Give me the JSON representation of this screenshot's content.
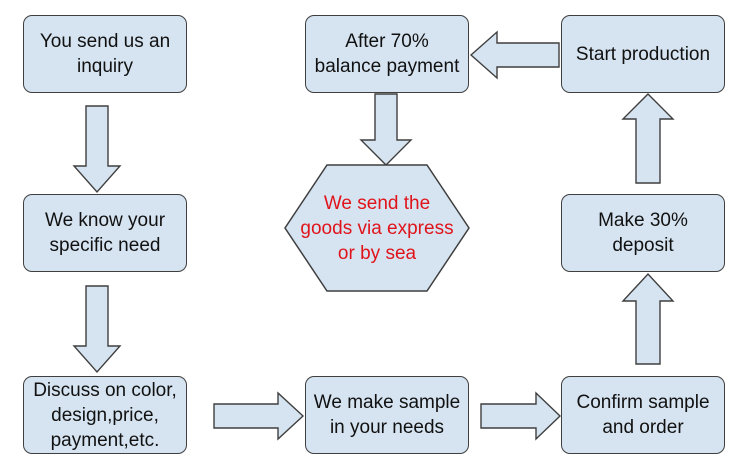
{
  "diagram": {
    "nodes": {
      "inquiry": {
        "label": "You send us an\ninquiry"
      },
      "know": {
        "label": "We know your\nspecific need"
      },
      "discuss": {
        "label": "Discuss on color,\ndesign,price,\npayment,etc."
      },
      "sample": {
        "label": "We make sample\nin your needs"
      },
      "confirm": {
        "label": "Confirm sample\nand order"
      },
      "deposit": {
        "label": "Make 30%\ndeposit"
      },
      "start": {
        "label": "Start production"
      },
      "balance": {
        "label": "After 70%\nbalance payment"
      },
      "ship": {
        "label": "We send the\ngoods via express\nor by sea"
      }
    },
    "colors": {
      "box_fill": "#d6e4f1",
      "box_border": "#3f3f3f",
      "text": "#111111",
      "highlight_text": "#e0141b"
    }
  }
}
